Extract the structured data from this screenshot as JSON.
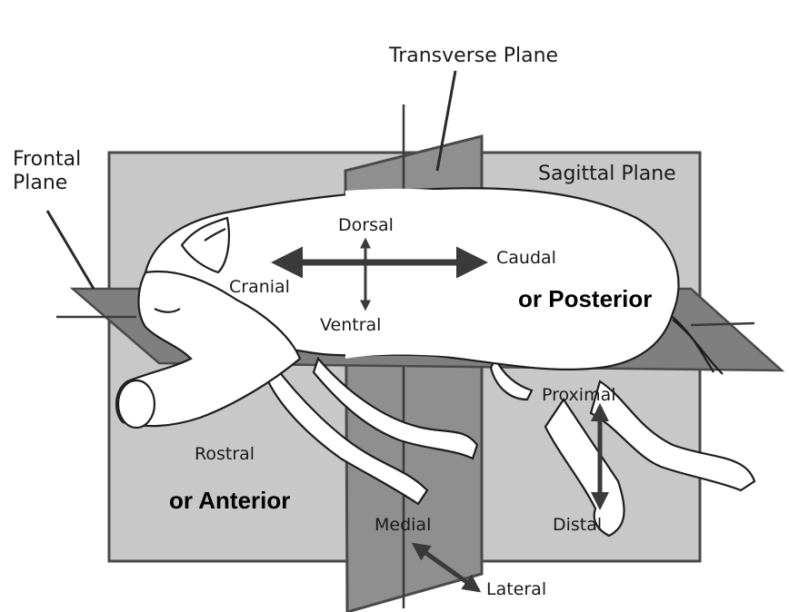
{
  "labels": {
    "transverse_plane": "Transverse Plane",
    "frontal_plane_1": "Frontal",
    "frontal_plane_2": "Plane",
    "sagittal_plane": "Sagittal Plane",
    "dorsal": "Dorsal",
    "cranial": "Cranial",
    "caudal": "Caudal",
    "ventral": "Ventral",
    "or_posterior": "or Posterior",
    "rostral": "Rostral",
    "or_anterior": "or Anterior",
    "proximal": "Proximal",
    "distal": "Distal",
    "medial": "Medial",
    "lateral": "Lateral"
  },
  "colors": {
    "sagittal_fill": "#c8c8c8",
    "transverse_fill": "#8f8f8f",
    "frontal_fill": "#7f7f7f",
    "outline": "#4a4a4a",
    "animal_fill": "#ffffff",
    "arrow": "#3a3a3a"
  }
}
